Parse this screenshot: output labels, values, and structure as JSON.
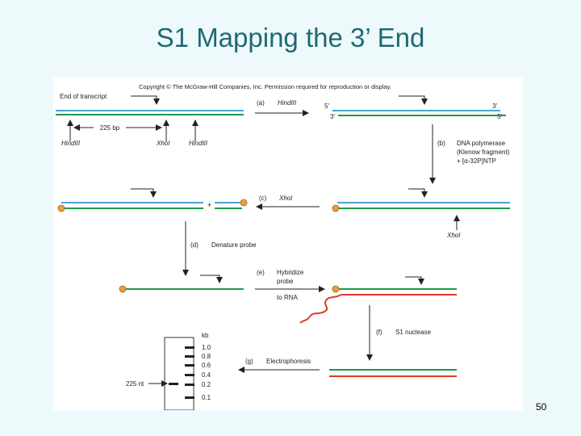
{
  "slide": {
    "title": "S1 Mapping the 3’ End",
    "page_number": "50"
  },
  "figure": {
    "copyright": "Copyright © The McGraw-Hill Companies, Inc. Permission required for reproduction or display.",
    "end_of_transcript": "End of transcript",
    "distance_label": "225 bp",
    "site_hindiii_left": "HindIII",
    "site_xhoi": "XhoI",
    "site_hindiii_right": "HindIII",
    "step_a_letter": "(a)",
    "step_a_text": "HindIII",
    "five_prime_top": "5′",
    "three_prime_top": "3′",
    "three_prime_bottom": "3′",
    "five_prime_bottom": "5′",
    "step_b_letter": "(b)",
    "step_b_line1": "DNA polymerase",
    "step_b_line2": "(Klenow fragment)",
    "step_b_line3": "+ [α-32P]NTP",
    "step_c_letter": "(c)",
    "step_c_text": "XhoI",
    "xhoi_cut_label": "XhoI",
    "plus_sign": "+",
    "step_d_letter": "(d)",
    "step_d_text": "Denature probe",
    "step_e_letter": "(e)",
    "step_e_line1": "Hybridize",
    "step_e_line2": "probe",
    "step_e_line3": "to RNA",
    "step_f_letter": "(f)",
    "step_f_text": "S1 nuclease",
    "step_g_letter": "(g)",
    "step_g_text": "Electrophoresis",
    "gel_kb_label": "kb",
    "gel_markers": [
      "1.0",
      "0.8",
      "0.6",
      "0.4",
      "0.2",
      "0.1"
    ],
    "gel_band_label": "225 nt",
    "colors": {
      "blue_strand": "#4aa3d6",
      "green_strand": "#1e9a4a",
      "red_rna": "#e03a2a",
      "label_dot": "#e8a040",
      "title": "#1f6a72"
    }
  }
}
